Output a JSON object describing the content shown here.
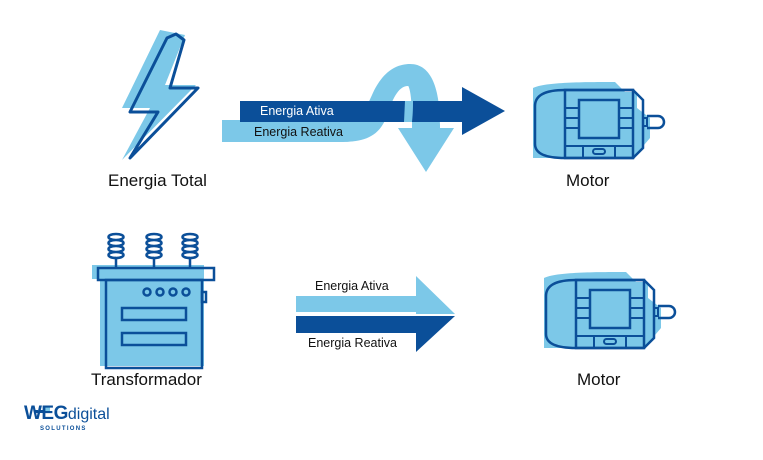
{
  "colors": {
    "dark_blue": "#0b4f99",
    "light_blue": "#7cc8e8",
    "text": "#111111"
  },
  "top_row": {
    "source_label": "Energia Total",
    "source_icon": "lightning-bolt-icon",
    "active_label": "Energia Ativa",
    "reactive_label": "Energia Reativa",
    "target_label": "Motor",
    "target_icon": "motor-icon"
  },
  "bottom_row": {
    "source_label": "Transformador",
    "source_icon": "transformer-icon",
    "active_label": "Energia Ativa",
    "reactive_label": "Energia Reativa",
    "target_label": "Motor",
    "target_icon": "motor-icon"
  },
  "logo": {
    "brand": "WEG",
    "suffix": "digital",
    "tagline": "SOLUTIONS"
  }
}
